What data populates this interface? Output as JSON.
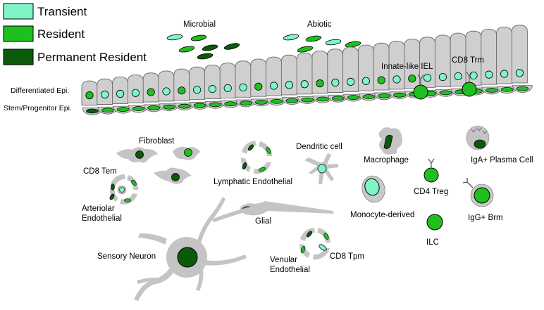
{
  "colors": {
    "transient": "#7ff5c6",
    "resident": "#20bf20",
    "permanent": "#0a5a0a",
    "cell_gray": "#c9c9c9"
  },
  "legend": [
    {
      "label": "Transient",
      "color": "#7ff5c6"
    },
    {
      "label": "Resident",
      "color": "#20bf20"
    },
    {
      "label": "Permanent Resident",
      "color": "#0a5a0a"
    }
  ],
  "labels": {
    "microbial": "Microbial",
    "abiotic": "Abiotic",
    "innate_iel": "Innate-like IEL",
    "cd8_trm": "CD8 Trm",
    "diff_epi": "Differentiated Epi.",
    "stem_epi": "Stem/Progenitor Epi.",
    "fibroblast": "Fibroblast",
    "dendritic": "Dendritic cell",
    "macrophage": "Macrophage",
    "iga_plasma": "IgA+ Plasma Cell",
    "cd8_tem": "CD8 Tem",
    "lymphatic": "Lymphatic Endothelial",
    "cd4_treg": "CD4 Treg",
    "igg_brm": "IgG+ Brm",
    "arteriolar_1": "Arteriolar",
    "arteriolar_2": "Endothelial",
    "glial": "Glial",
    "monocyte": "Monocyte-derived",
    "ilc": "ILC",
    "sensory": "Sensory Neuron",
    "venular_1": "Venular",
    "venular_2": "Endothelial",
    "cd8_tpm": "CD8 Tpm"
  }
}
